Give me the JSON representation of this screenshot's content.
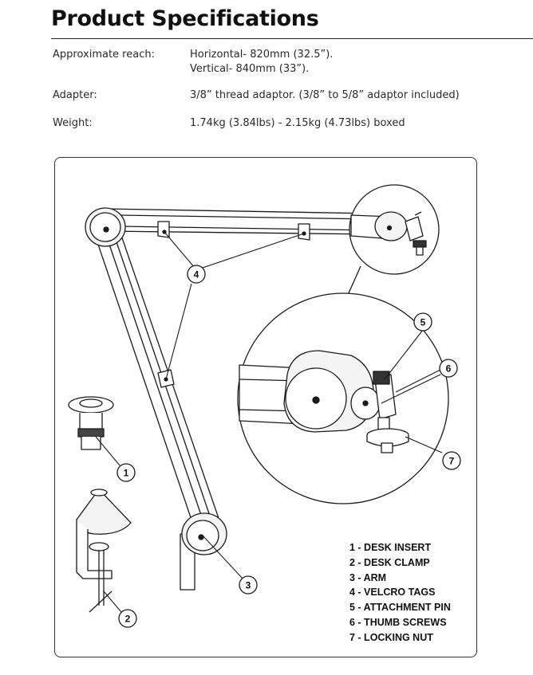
{
  "page": {
    "title": "Product Specifications"
  },
  "specs": [
    {
      "label": "Approximate reach:",
      "values": [
        "Horizontal- 820mm (32.5”).",
        "Vertical- 840mm (33”)."
      ]
    },
    {
      "label": "Adapter:",
      "values": [
        "3/8” thread adaptor. (3/8” to 5/8” adaptor included)"
      ]
    },
    {
      "label": "Weight:",
      "values": [
        "1.74kg (3.84lbs) - 2.15kg (4.73lbs) boxed"
      ]
    }
  ],
  "callouts": [
    "1",
    "2",
    "3",
    "4",
    "5",
    "6",
    "7"
  ],
  "legend": [
    "1 - DESK INSERT",
    "2 - DESK CLAMP",
    "3 - ARM",
    "4 - VELCRO TAGS",
    "5 - ATTACHMENT PIN",
    "6 - THUMB SCREWS",
    "7 - LOCKING NUT"
  ]
}
